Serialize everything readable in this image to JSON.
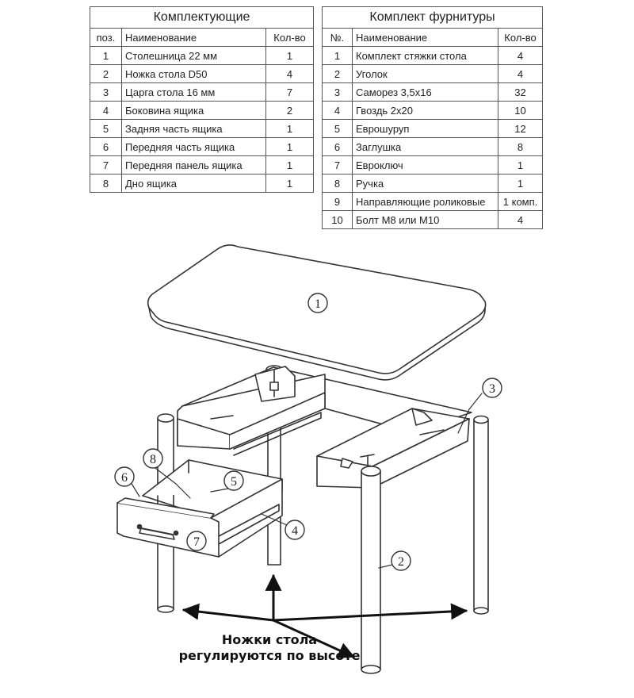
{
  "components": {
    "title": "Комплектующие",
    "headers": [
      "поз.",
      "Наименование",
      "Кол-во"
    ],
    "rows": [
      [
        "1",
        "Столешница 22 мм",
        "1"
      ],
      [
        "2",
        "Ножка стола D50",
        "4"
      ],
      [
        "3",
        "Царга стола 16 мм",
        "7"
      ],
      [
        "4",
        "Боковина ящика",
        "2"
      ],
      [
        "5",
        "Задняя часть ящика",
        "1"
      ],
      [
        "6",
        "Передняя часть ящика",
        "1"
      ],
      [
        "7",
        "Передняя панель ящика",
        "1"
      ],
      [
        "8",
        "Дно ящика",
        "1"
      ]
    ]
  },
  "hardware": {
    "title": "Комплект фурнитуры",
    "headers": [
      "№.",
      "Наименование",
      "Кол-во"
    ],
    "rows": [
      [
        "1",
        "Комплект стяжки стола",
        "4"
      ],
      [
        "2",
        "Уголок",
        "4"
      ],
      [
        "3",
        "Саморез 3,5х16",
        "32"
      ],
      [
        "4",
        "Гвоздь 2х20",
        "10"
      ],
      [
        "5",
        "Еврошуруп",
        "12"
      ],
      [
        "6",
        "Заглушка",
        "8"
      ],
      [
        "7",
        "Евроключ",
        "1"
      ],
      [
        "8",
        "Ручка",
        "1"
      ],
      [
        "9",
        "Направляющие роликовые",
        "1 комп."
      ],
      [
        "10",
        "Болт М8 или М10",
        "4"
      ]
    ]
  },
  "callouts": [
    "1",
    "2",
    "3",
    "4",
    "5",
    "6",
    "7",
    "8"
  ],
  "caption": {
    "line1": "Ножки стола",
    "line2": "регулируются по высоте"
  }
}
